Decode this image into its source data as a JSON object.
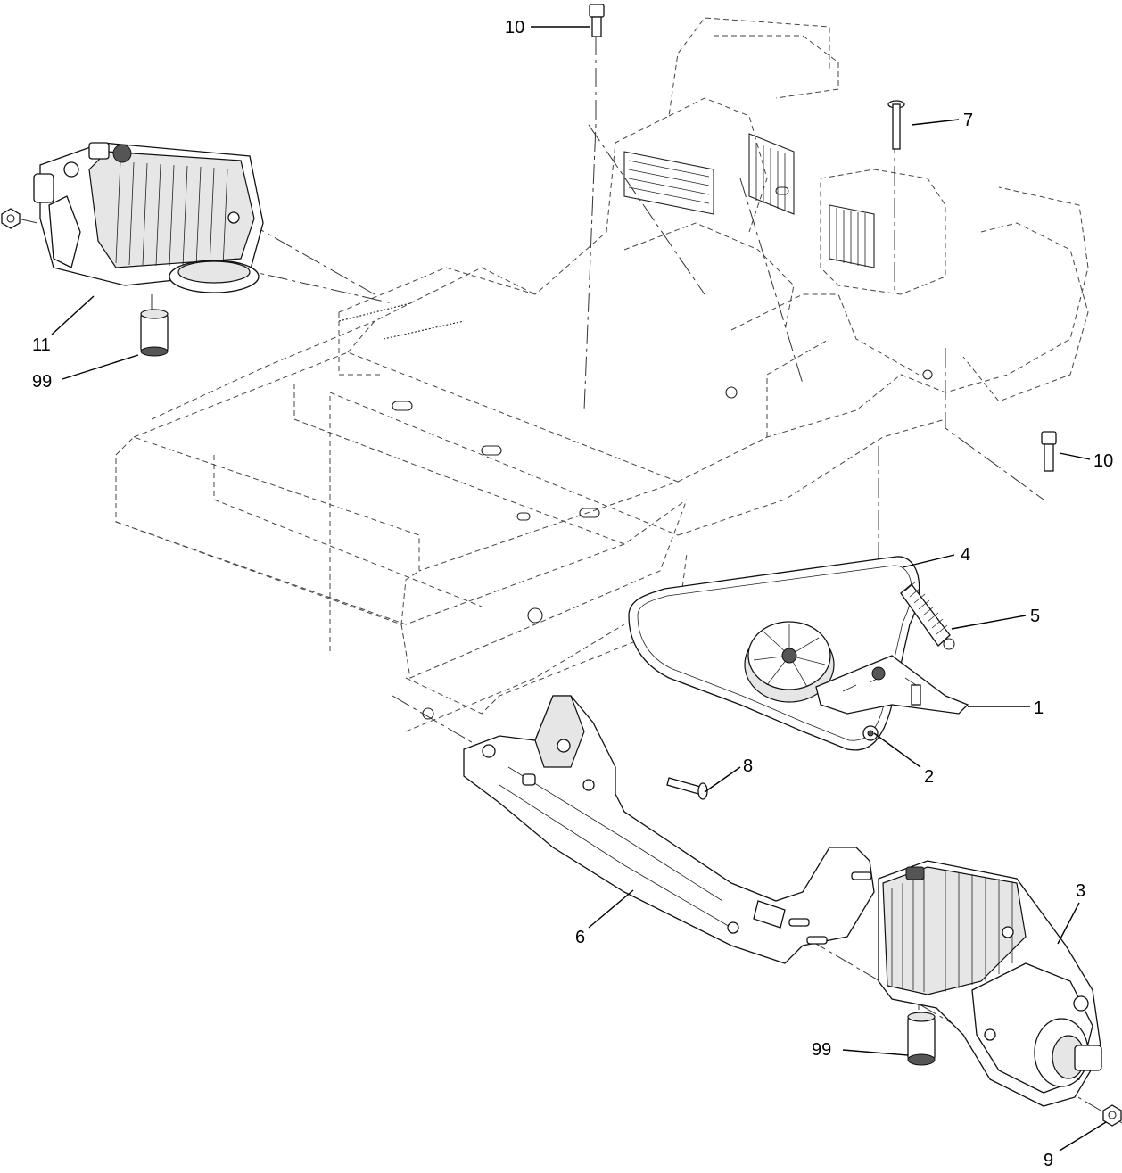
{
  "diagram": {
    "type": "exploded parts diagram",
    "callouts": [
      {
        "id": "c10a",
        "label": "10"
      },
      {
        "id": "c7",
        "label": "7"
      },
      {
        "id": "c11",
        "label": "11"
      },
      {
        "id": "c99a",
        "label": "99"
      },
      {
        "id": "c10b",
        "label": "10"
      },
      {
        "id": "c4",
        "label": "4"
      },
      {
        "id": "c5",
        "label": "5"
      },
      {
        "id": "c1",
        "label": "1"
      },
      {
        "id": "c2",
        "label": "2"
      },
      {
        "id": "c8",
        "label": "8"
      },
      {
        "id": "c3",
        "label": "3"
      },
      {
        "id": "c6",
        "label": "6"
      },
      {
        "id": "c99b",
        "label": "99"
      },
      {
        "id": "c9",
        "label": "9"
      }
    ],
    "parts": [
      {
        "callout": "1",
        "icon": "idler-arm-icon"
      },
      {
        "callout": "2",
        "icon": "nut-icon"
      },
      {
        "callout": "3",
        "icon": "transmission-icon"
      },
      {
        "callout": "4",
        "icon": "drive-belt-icon"
      },
      {
        "callout": "5",
        "icon": "spring-icon"
      },
      {
        "callout": "6",
        "icon": "transmission-bracket-icon"
      },
      {
        "callout": "7",
        "icon": "bolt-icon"
      },
      {
        "callout": "8",
        "icon": "bolt-icon"
      },
      {
        "callout": "9",
        "icon": "nut-icon"
      },
      {
        "callout": "10",
        "icon": "bolt-icon"
      },
      {
        "callout": "11",
        "icon": "transmission-icon"
      },
      {
        "callout": "99",
        "icon": "bushing-icon"
      }
    ]
  }
}
